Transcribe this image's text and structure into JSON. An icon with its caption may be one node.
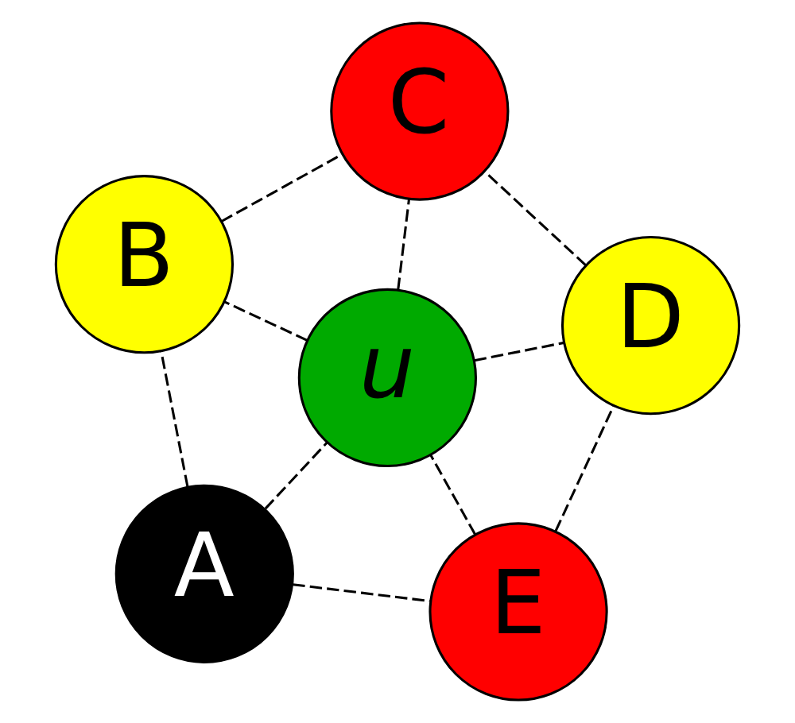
{
  "diagram": {
    "nodes": [
      {
        "text": [
          "A"
        ]
      },
      {
        "text": [
          "E"
        ]
      },
      {
        "text": [
          "u"
        ]
      },
      {
        "text": [
          "B"
        ]
      },
      {
        "text": [
          "D"
        ]
      },
      {
        "text": [
          "C"
        ]
      }
    ],
    "edges": [
      {
        "from": 0,
        "to": 1,
        "arrow": "none",
        "style": "dashed"
      },
      {
        "from": 0,
        "to": 2,
        "arrow": "none",
        "style": "dashed"
      },
      {
        "from": 0,
        "to": 3,
        "arrow": "none",
        "style": "dashed"
      },
      {
        "from": 1,
        "to": 2,
        "arrow": "none",
        "style": "dashed"
      },
      {
        "from": 2,
        "to": 3,
        "arrow": "none",
        "style": "dashed"
      },
      {
        "from": 1,
        "to": 4,
        "arrow": "none",
        "style": "dashed"
      },
      {
        "from": 3,
        "to": 5,
        "arrow": "none",
        "style": "dashed"
      },
      {
        "from": 2,
        "to": 4,
        "arrow": "none",
        "style": "dashed"
      },
      {
        "from": 2,
        "to": 5,
        "arrow": "none",
        "style": "dashed"
      },
      {
        "from": 4,
        "to": 5,
        "arrow": "none",
        "style": "dashed"
      }
    ]
  }
}
